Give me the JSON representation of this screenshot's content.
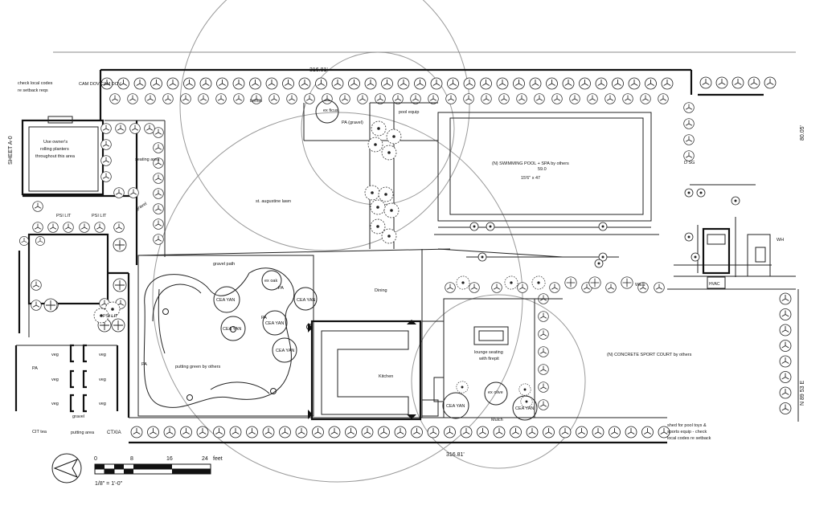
{
  "dimensions": {
    "top": "316.81'",
    "bottom": "316.81'",
    "right": "80.05'",
    "bearing": "N 89 53   E",
    "sheet": "SHEET  A-0"
  },
  "notes": {
    "check_codes_1": "check local codes",
    "check_codes_2": "re setback reqs",
    "planters_1": "Use owner's",
    "planters_2": "rolling planters",
    "planters_3": "throughout this area",
    "shed_1": "shed for pool toys &",
    "shed_2": "sports equip - check",
    "shed_3": "local codes re setback"
  },
  "labels": {
    "cam_dov_1": "CAM DOV",
    "cam_dov_2": "CAM DOV",
    "bench": "bench",
    "ex_ficus": "ex ficus",
    "pa_gravel": "PA (gravel)",
    "pool_equip": "pool equip",
    "seating_area": "seating area",
    "gravel_1": "gravel",
    "gravel_2": "gravel",
    "lawn": "st. augustine lawn",
    "psi_lit_1": "PSI LIT",
    "psi_lit_2": "PSI LIT",
    "psi_lit_3": "PSI LIT",
    "gravel_path": "gravel path",
    "ex_oak": "ex oak",
    "pa_1": "PA",
    "pa_2": "PA",
    "pa_3": "PA",
    "pa_4": "PA",
    "dining": "Dining",
    "kitchen": "Kitchen",
    "putting_green": "putting green by others",
    "cea_yan_1": "CEA YAN",
    "cea_yan_2": "CEA YAN",
    "cea_yan_3": "CEA YAN",
    "cea_yan_4": "CEA YAN",
    "cea_yan_5": "CEA YAN",
    "cea_yan_6": "CEA YAN",
    "cea_yan_7": "CEA YAN",
    "veg_1": "veg",
    "veg_2": "veg",
    "veg_3": "veg",
    "veg_4": "veg",
    "veg_5": "veg",
    "veg_6": "veg",
    "putting_area": "putting area",
    "ctxia": "CTXIA",
    "cit_tea": "CIT tea",
    "pool_1": "(N) SWIMMING POOL + SPA by others",
    "pool_2": "59.0",
    "pool_3": "15'6\" x 47",
    "lounge_1": "lounge seating",
    "lounge_2": "with firepit",
    "ex_olive": "ex olive",
    "mulch": "Mulch",
    "sport_court": "(N) CONCRETE SPORT COURT by others",
    "hvac": "HVAC",
    "wh": "WH",
    "d_sg": "D SG",
    "wes": "WES"
  },
  "scale": {
    "tick_0": "0",
    "tick_8": "8",
    "tick_16": "16",
    "tick_24": "24",
    "unit": "feet",
    "ratio": "1/8\" = 1'-0\""
  }
}
